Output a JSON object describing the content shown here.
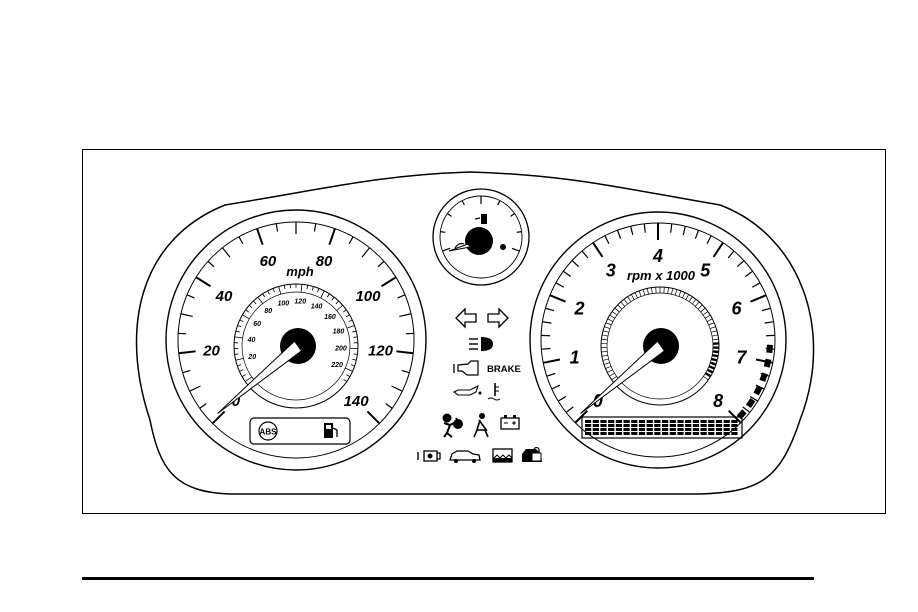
{
  "speedometer": {
    "unit_label": "mph",
    "outer_labels": [
      "0",
      "20",
      "40",
      "60",
      "80",
      "100",
      "120",
      "140"
    ],
    "inner_labels": [
      "20",
      "40",
      "60",
      "80",
      "100",
      "120",
      "140",
      "160",
      "180",
      "200",
      "220"
    ],
    "needle_value": 0
  },
  "tachometer": {
    "unit_label": "rpm x 1000",
    "labels": [
      "0",
      "1",
      "2",
      "3",
      "4",
      "5",
      "6",
      "7",
      "8"
    ],
    "redline_start": 7,
    "needle_value": 0
  },
  "warning_lights": {
    "brake_label": "BRAKE",
    "abs_label": "ABS"
  },
  "icons": {
    "turn_left": "turn-signal-left-icon",
    "turn_right": "turn-signal-right-icon",
    "headlamp": "high-beam-icon",
    "check_engine": "check-engine-icon",
    "oil": "oil-pressure-icon",
    "coolant": "coolant-temperature-icon",
    "airbag": "airbag-icon",
    "seatbelt": "seatbelt-icon",
    "battery": "battery-icon",
    "fuel": "fuel-pump-icon"
  },
  "colors": {
    "ink": "#000000",
    "paper": "#ffffff"
  }
}
